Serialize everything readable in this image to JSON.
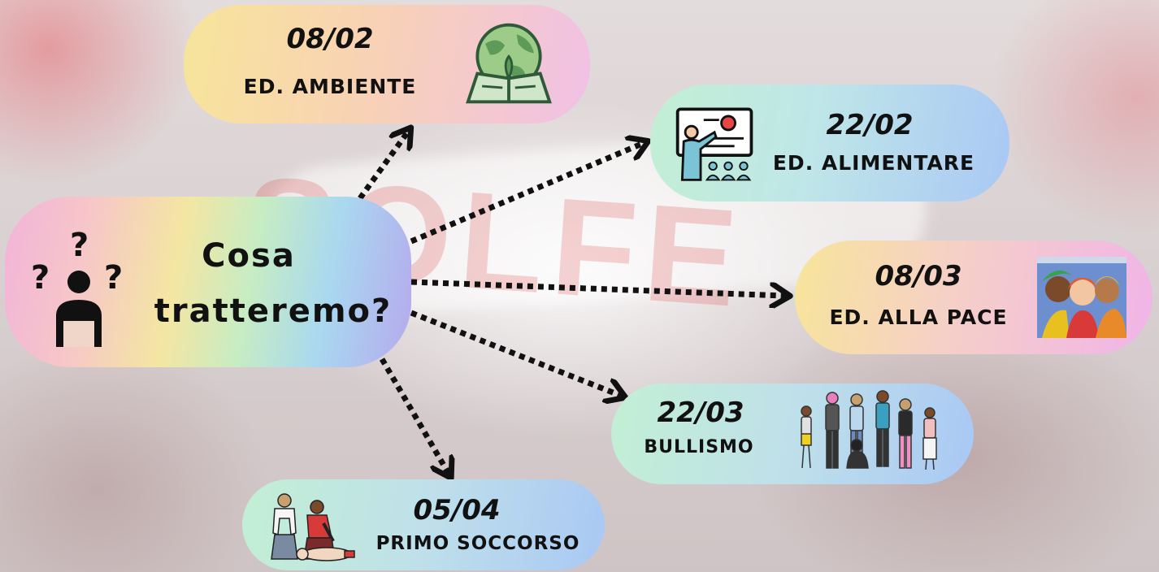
{
  "center": {
    "line1": "Cosa",
    "line2": "tratteremo?"
  },
  "events": [
    {
      "date": "08/02",
      "topic": "ED. AMBIENTE"
    },
    {
      "date": "22/02",
      "topic": "ED. ALIMENTARE"
    },
    {
      "date": "08/03",
      "topic": "ED. ALLA PACE"
    },
    {
      "date": "22/03",
      "topic": "BULLISMO"
    },
    {
      "date": "05/04",
      "topic": "PRIMO SOCCORSO"
    }
  ],
  "colors": {
    "arrow": "#111111",
    "pill_gradient": [
      "#f7e59a",
      "#f6c4dd",
      "#bde6e0",
      "#a9c8f4",
      "#e8b4ef"
    ]
  }
}
